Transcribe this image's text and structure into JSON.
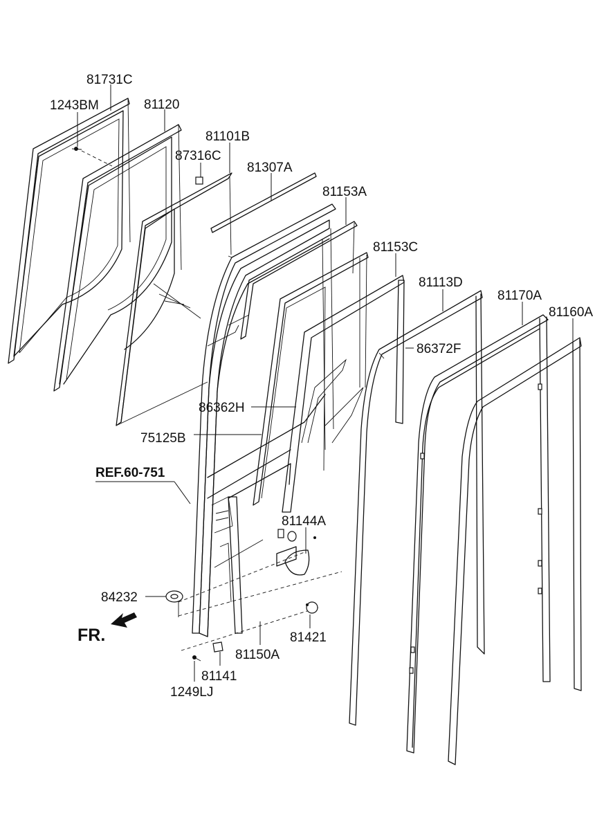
{
  "labels": {
    "p81731C": "81731C",
    "p1243BM": "1243BM",
    "p81120": "81120",
    "p81101B": "81101B",
    "p87316C": "87316C",
    "p81307A": "81307A",
    "p81153A": "81153A",
    "p81153C": "81153C",
    "p81113D": "81113D",
    "p81170A": "81170A",
    "p81160A": "81160A",
    "p86372F": "86372F",
    "p86362H": "86362H",
    "p75125B": "75125B",
    "ref": "REF.60-751",
    "p81144A": "81144A",
    "p84232": "84232",
    "p81421": "81421",
    "p81150A": "81150A",
    "p81141": "81141",
    "p1249LJ": "1249LJ",
    "fr": "FR."
  }
}
